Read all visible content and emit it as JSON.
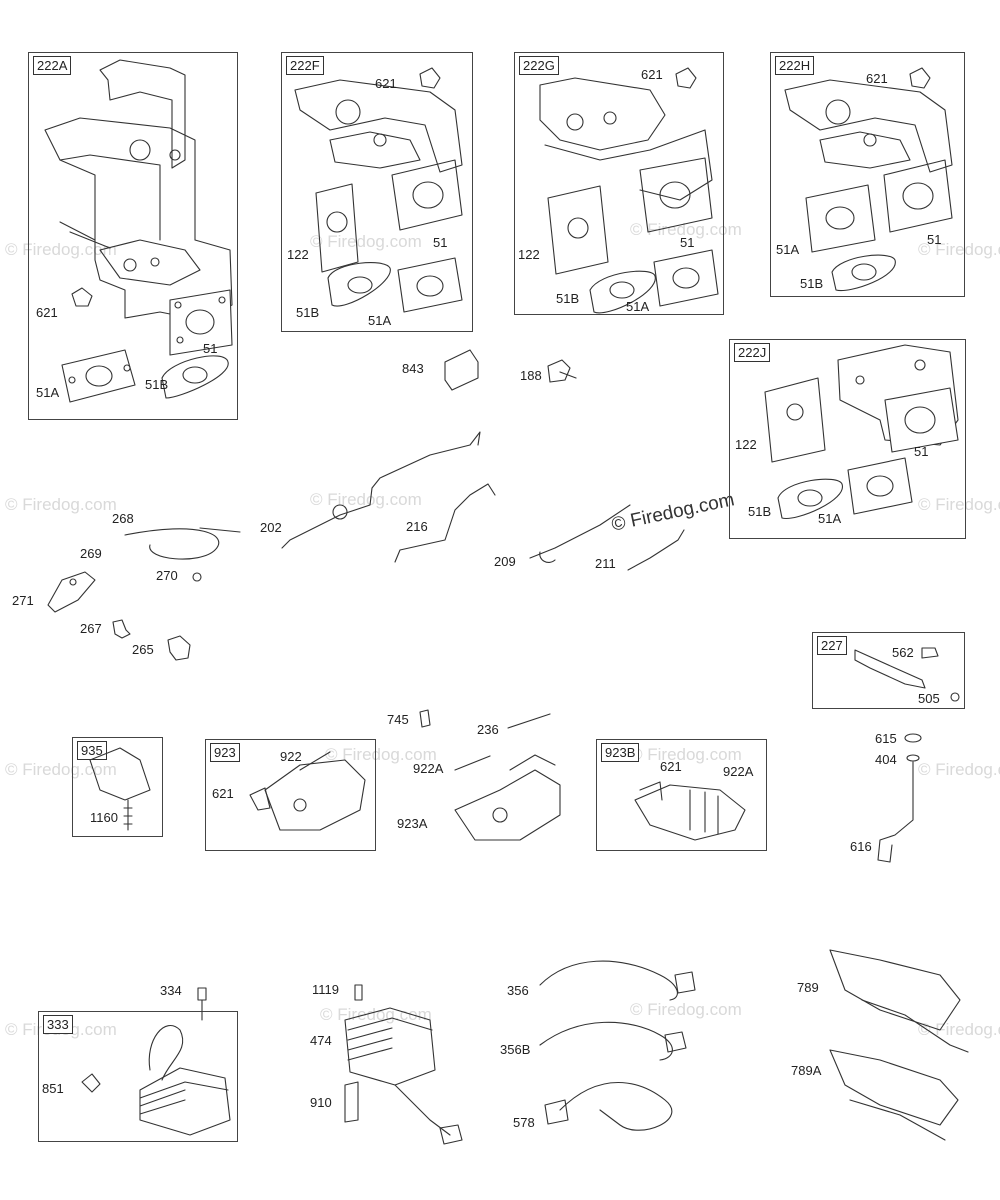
{
  "watermark_text": "© Firedog.com",
  "groups": [
    {
      "id": "222A",
      "labels": [
        "621",
        "51",
        "51A",
        "51B"
      ]
    },
    {
      "id": "222F",
      "labels": [
        "621",
        "122",
        "51",
        "51B",
        "51A"
      ]
    },
    {
      "id": "222G",
      "labels": [
        "621",
        "122",
        "51",
        "51B",
        "51A"
      ]
    },
    {
      "id": "222H",
      "labels": [
        "621",
        "51A",
        "51",
        "51B"
      ]
    },
    {
      "id": "222J",
      "labels": [
        "122",
        "51",
        "51B",
        "51A"
      ]
    },
    {
      "id": "227",
      "labels": [
        "562",
        "505"
      ]
    },
    {
      "id": "935",
      "labels": [
        "1160"
      ]
    },
    {
      "id": "923",
      "labels": [
        "922",
        "621"
      ]
    },
    {
      "id": "923B",
      "labels": [
        "621",
        "922A"
      ]
    },
    {
      "id": "333",
      "labels": [
        "851"
      ]
    }
  ],
  "loose_labels": [
    "843",
    "188",
    "268",
    "269",
    "270",
    "271",
    "267",
    "265",
    "202",
    "216",
    "209",
    "211",
    "745",
    "236",
    "922A",
    "923A",
    "615",
    "404",
    "616",
    "334",
    "1119",
    "474",
    "910",
    "356",
    "356B",
    "578",
    "789",
    "789A"
  ]
}
